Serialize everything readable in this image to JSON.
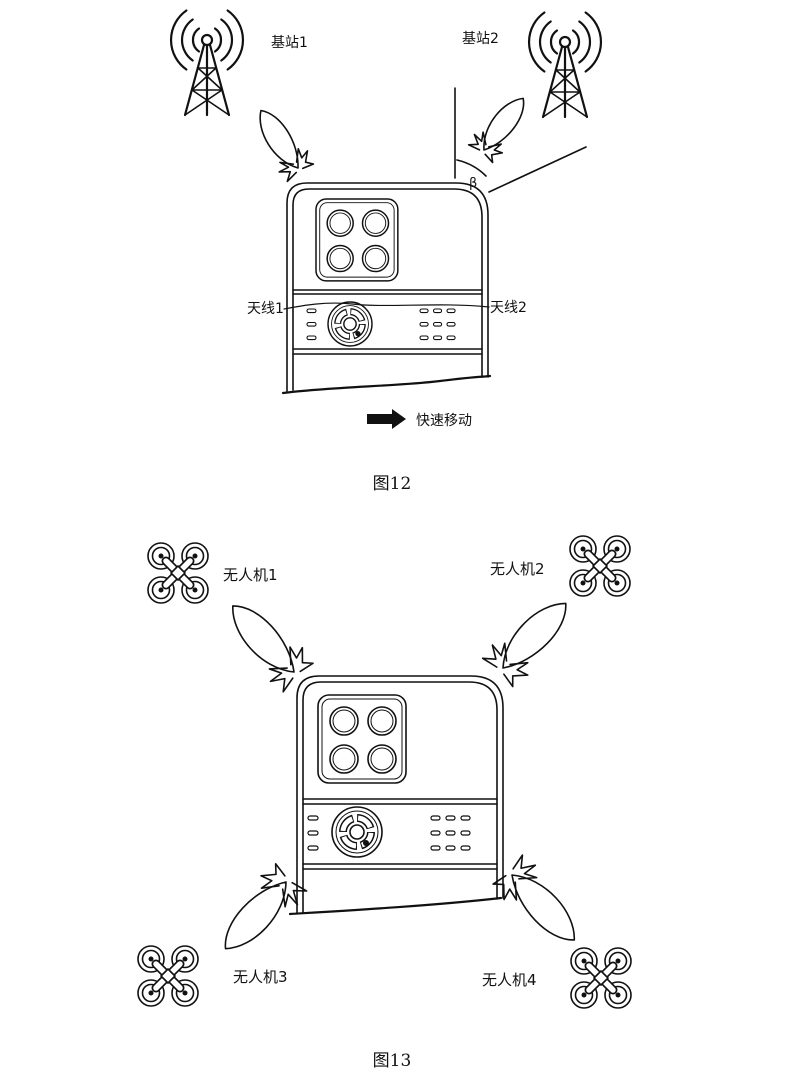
{
  "figure_12": {
    "caption": "图12",
    "base_station_1": "基站1",
    "base_station_2": "基站2",
    "angle_symbol": "β",
    "antenna_1": "天线1",
    "antenna_2": "天线2",
    "motion": "快速移动"
  },
  "figure_13": {
    "caption": "图13",
    "drones": [
      "无人机1",
      "无人机2",
      "无人机3",
      "无人机4"
    ]
  }
}
